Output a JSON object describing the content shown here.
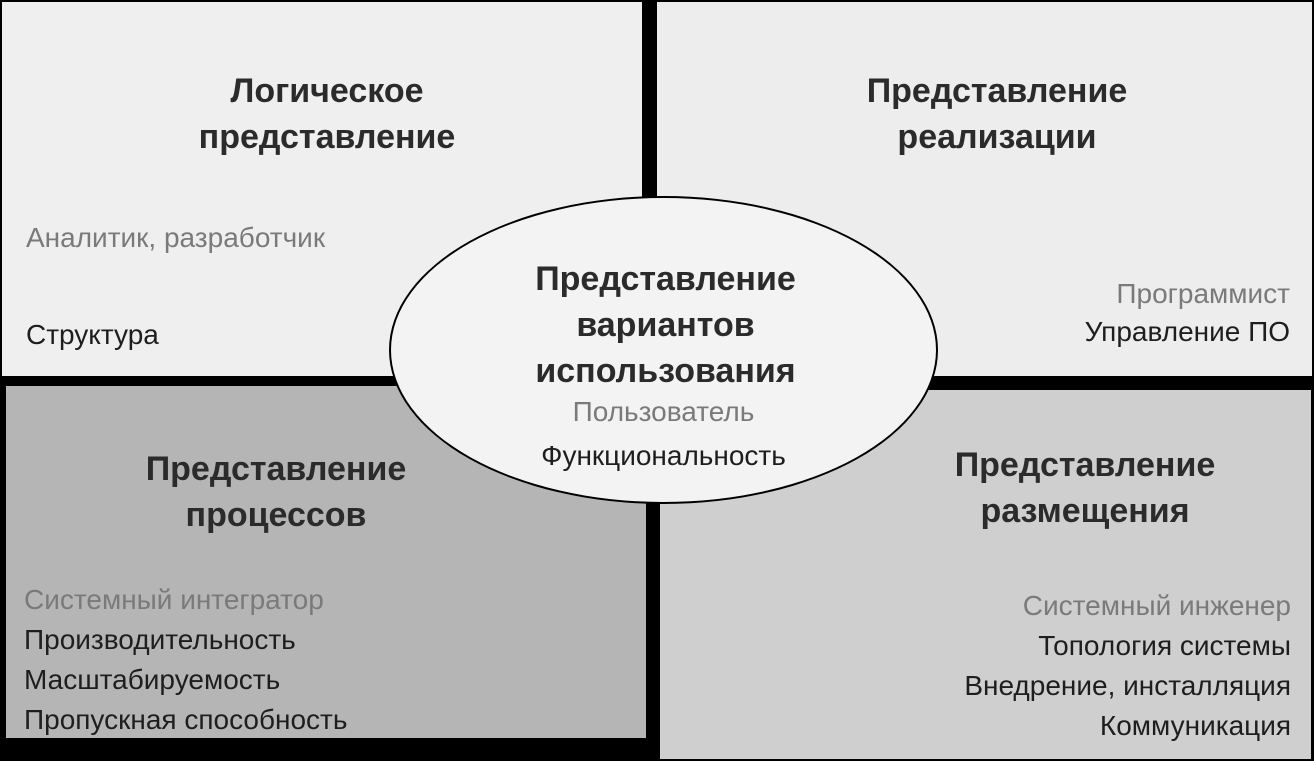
{
  "logical_view": {
    "title_line1": "Логическое",
    "title_line2": "представление",
    "role": "Аналитик, разработчик",
    "items": [
      "Структура"
    ]
  },
  "implementation_view": {
    "title_line1": "Представление",
    "title_line2": "реализации",
    "role": "Программист",
    "items": [
      "Управление ПО"
    ]
  },
  "process_view": {
    "title_line1": "Представление",
    "title_line2": "процессов",
    "role": "Системный интегратор",
    "items": [
      "Производительность",
      "Масштабируемость",
      "Пропускная способность"
    ]
  },
  "deployment_view": {
    "title_line1": "Представление",
    "title_line2": "размещения",
    "role": "Системный инженер",
    "items": [
      "Топология системы",
      "Внедрение, инсталляция",
      "Коммуникация"
    ]
  },
  "use_case_view": {
    "title_line1": "Представление",
    "title_line2": "вариантов",
    "title_line3": "использования",
    "role": "Пользователь",
    "items": [
      "Функциональность"
    ]
  },
  "colors": {
    "background": "#000000",
    "logical_fill": "#efefef",
    "implementation_fill": "#ededed",
    "process_fill": "#b5b5b5",
    "deployment_fill": "#cfcfcf",
    "ellipse_fill": "#f3f3f3",
    "role_text": "#7a7a7a"
  }
}
